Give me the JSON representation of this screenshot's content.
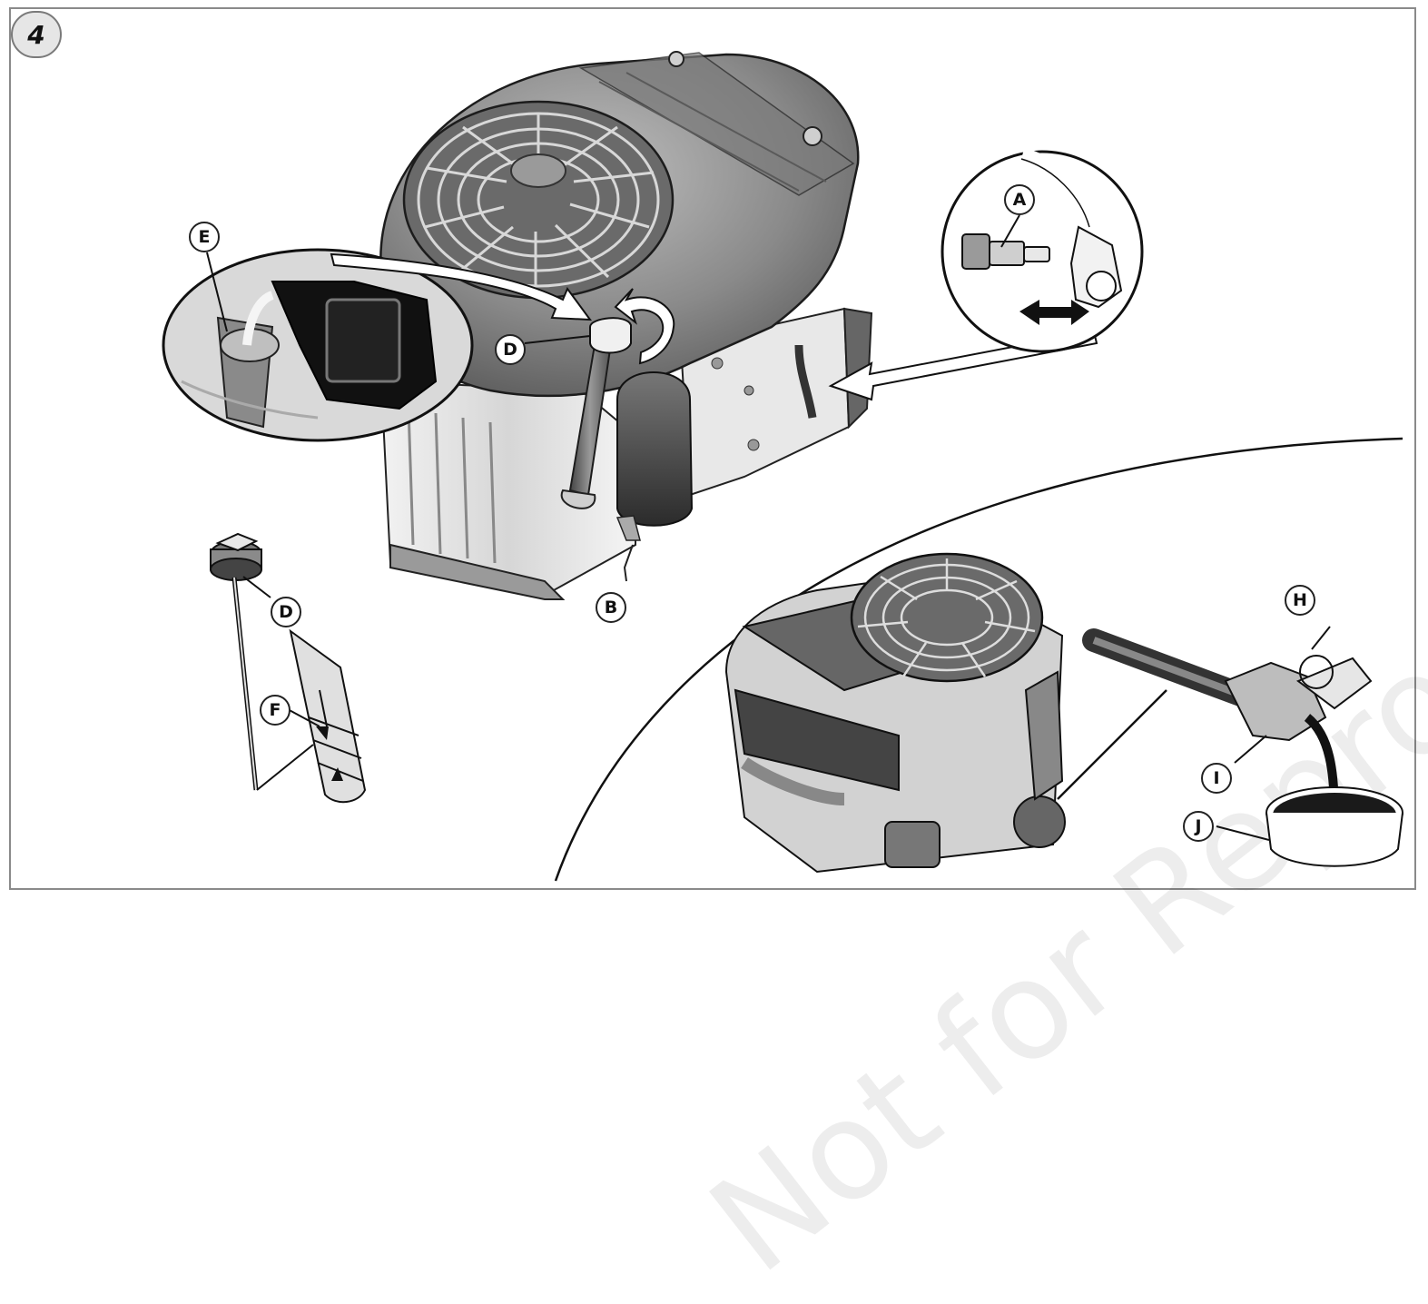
{
  "figure": {
    "number": "4"
  },
  "watermark": "Not for Reproduction",
  "labels": {
    "A": "A",
    "B": "B",
    "D": "D",
    "D2": "D",
    "E": "E",
    "F": "F",
    "H": "H",
    "I": "I",
    "J": "J"
  },
  "colors": {
    "line": "#111111",
    "engine_body": "#8c8c8c",
    "engine_dark": "#555555",
    "engine_light": "#d0d0d0",
    "frame": "#8a8a8a",
    "badge_fill": "#e6e6e6"
  }
}
